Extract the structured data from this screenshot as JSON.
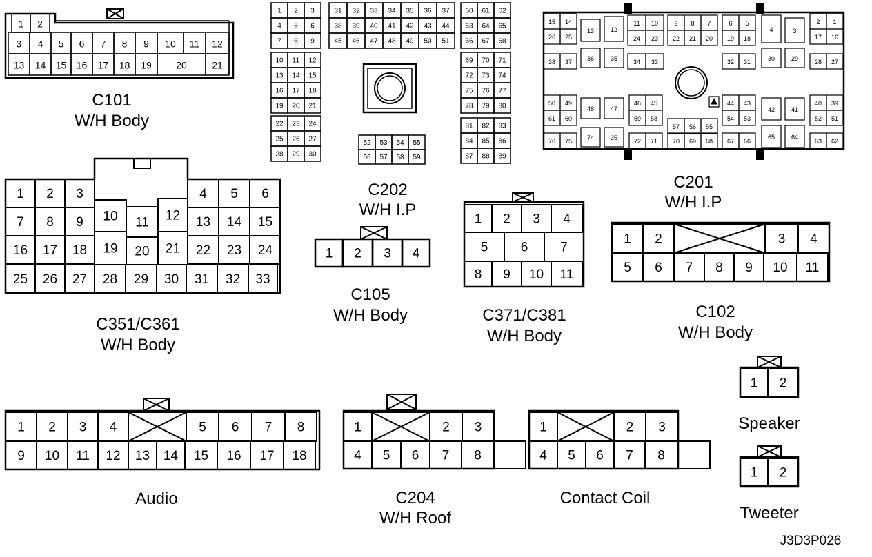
{
  "figure_code": "J3D3P026",
  "connectors": {
    "c101": {
      "id": "C101",
      "harness": "W/H Body"
    },
    "c202": {
      "id": "C202",
      "harness": "W/H I.P"
    },
    "c201": {
      "id": "C201",
      "harness": "W/H I.P"
    },
    "c351": {
      "id": "C351/C361",
      "harness": "W/H Body"
    },
    "c105": {
      "id": "C105",
      "harness": "W/H Body"
    },
    "c371": {
      "id": "C371/C381",
      "harness": "W/H Body"
    },
    "c102": {
      "id": "C102",
      "harness": "W/H Body"
    },
    "audio": {
      "id": "Audio"
    },
    "c204": {
      "id": "C204",
      "harness": "W/H Roof"
    },
    "contact_coil": {
      "id": "Contact Coil"
    },
    "speaker": {
      "id": "Speaker"
    },
    "tweeter": {
      "id": "Tweeter"
    }
  }
}
